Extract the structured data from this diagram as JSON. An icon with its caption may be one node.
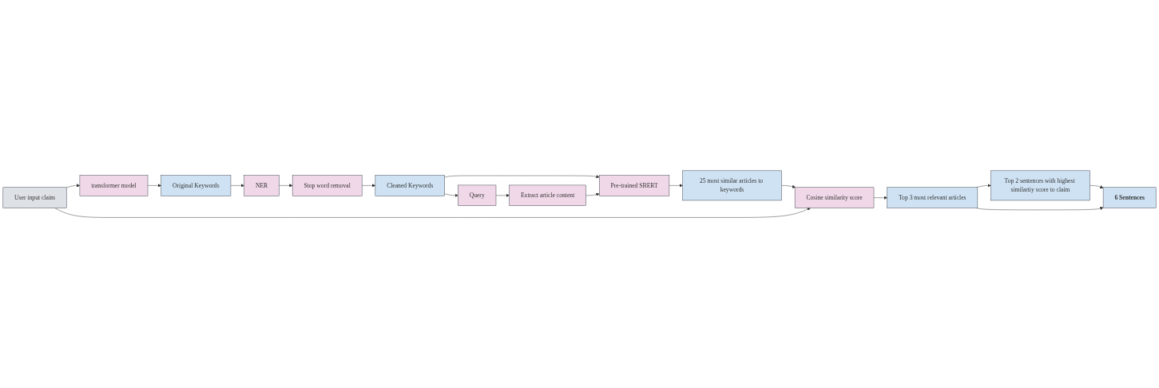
{
  "diagram": {
    "nodes": [
      {
        "text": [
          "User input claim"
        ]
      },
      {
        "text": [
          "transformer model"
        ]
      },
      {
        "text": [
          "Original Keywords"
        ]
      },
      {
        "text": [
          "NER"
        ]
      },
      {
        "text": [
          "Stop word removal"
        ]
      },
      {
        "text": [
          "Cleaned Keywords"
        ]
      },
      {
        "text": [
          "Top 2 sentences with highest similartiy score to claim"
        ]
      },
      {
        "text": [
          "Top 3 most relevant articles"
        ]
      },
      {
        "text": [
          "Cosine similarity score"
        ]
      },
      {
        "text": [
          "25 most similar articles to keywords"
        ]
      },
      {
        "text": [
          "Pre-trained SBERT"
        ]
      },
      {
        "text": [
          "Query"
        ]
      },
      {
        "text": [
          "Extract article content"
        ]
      },
      {
        "text": [
          "6 Sentences"
        ]
      }
    ],
    "edges": [
      {
        "from": 0,
        "to": 1,
        "arrow": "to"
      },
      {
        "from": 1,
        "to": 2,
        "arrow": "to"
      },
      {
        "from": 2,
        "to": 3,
        "arrow": "to"
      },
      {
        "from": 3,
        "to": 4,
        "arrow": "to"
      },
      {
        "from": 4,
        "to": 5,
        "arrow": "to"
      },
      {
        "from": 5,
        "to": 11,
        "arrow": "to"
      },
      {
        "from": 5,
        "to": 10,
        "arrow": "to"
      },
      {
        "from": 11,
        "to": 12,
        "arrow": "to"
      },
      {
        "from": 12,
        "to": 10,
        "arrow": "to"
      },
      {
        "from": 10,
        "to": 9,
        "arrow": "to"
      },
      {
        "from": 9,
        "to": 8,
        "arrow": "to"
      },
      {
        "from": 0,
        "to": 8,
        "arrow": "to"
      },
      {
        "from": 8,
        "to": 7,
        "arrow": "to"
      },
      {
        "from": 7,
        "to": 6,
        "arrow": "to"
      },
      {
        "from": 6,
        "to": 13,
        "arrow": "to"
      },
      {
        "from": 7,
        "to": 13,
        "arrow": "to"
      }
    ]
  }
}
